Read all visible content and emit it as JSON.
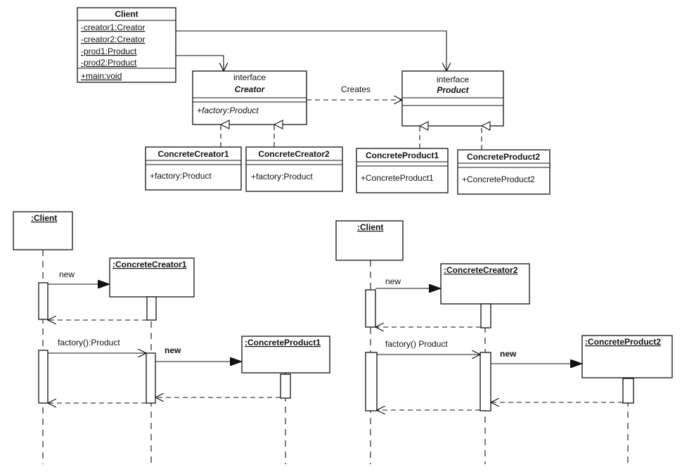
{
  "class_diagram": {
    "client": {
      "title": "Client",
      "attributes": [
        "-creator1:Creator",
        "-creator2:Creator",
        "-prod1:Product",
        "-prod2:Product"
      ],
      "operations": [
        "+main:void"
      ]
    },
    "creator": {
      "stereotype": "interface",
      "title": "Creator",
      "operations": [
        "+factory:Product"
      ]
    },
    "product": {
      "stereotype": "interface",
      "title": "Product"
    },
    "creates_label": "Creates",
    "concrete_creator1": {
      "title": "ConcreteCreator1",
      "operations": [
        "+factory:Product"
      ]
    },
    "concrete_creator2": {
      "title": "ConcreteCreator2",
      "operations": [
        "+factory:Product"
      ]
    },
    "concrete_product1": {
      "title": "ConcreteProduct1",
      "operations": [
        "+ConcreteProduct1"
      ]
    },
    "concrete_product2": {
      "title": "ConcreteProduct2",
      "operations": [
        "+ConcreteProduct2"
      ]
    }
  },
  "sequence_left": {
    "client": ":Client",
    "creator": ":ConcreteCreator1",
    "product": ":ConcreteProduct1",
    "msg_new": "new",
    "msg_factory": "factory():Product",
    "msg_new_product": "new"
  },
  "sequence_right": {
    "client": ":Client",
    "creator": ":ConcreteCreator2",
    "product": ":ConcreteProduct2",
    "msg_new": "new",
    "msg_factory": "factory() Product",
    "msg_new_product": "new"
  }
}
